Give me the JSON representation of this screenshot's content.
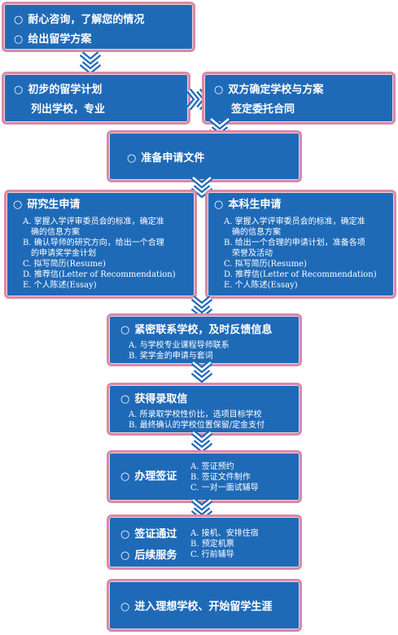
{
  "bullet": "○",
  "step1": {
    "line1": "耐心咨询，了解您的情况",
    "line2": "给出留学方案"
  },
  "step2": {
    "line1": "初步的留学计划",
    "line2": "列出学校，专业"
  },
  "step3": {
    "line1": "双方确定学校与方案",
    "line2": "签定委托合同"
  },
  "step4": {
    "title": "准备申请文件"
  },
  "grad": {
    "title": "研究生申请",
    "items": [
      "A. 掌握入学评审委员会的标准，确定准",
      "确的信息方案",
      "B. 确认导师的研究方向，给出一个合理",
      "的申请奖学金计划",
      "C. 拟写简历(Resume)",
      "D. 推荐信(Letter of Recommendation)",
      "E. 个人陈述(Essay)"
    ]
  },
  "undergrad": {
    "title": "本科生申请",
    "items": [
      "A. 掌握入学评审委员会的标准，确定准",
      "确的信息方案",
      "B. 给出一个合理的申请计划，准备各项",
      "荣誉及活动",
      "C. 拟写简历(Resume)",
      "D. 推荐信(Letter of Recommendation)",
      "E. 个人陈述(Essay)"
    ]
  },
  "contact": {
    "title": "紧密联系学校，及时反馈信息",
    "items": [
      "A. 与学校专业课程导师联系",
      "B. 奖学金的申请与套词"
    ]
  },
  "admission": {
    "title": "获得录取信",
    "items": [
      "A. 所录取学校性价比，选项目标学校",
      "B. 最终确认的学校位置保留/定金支付"
    ]
  },
  "visa": {
    "title": "办理签证",
    "items": [
      "A. 签证预约",
      "B. 签证文件制作",
      "C. 一对一面试辅导"
    ]
  },
  "service": {
    "title1": "签证通过",
    "title2": "后续服务",
    "items": [
      "A. 接机、安排住宿",
      "B. 预定机票",
      "C. 行前辅导"
    ]
  },
  "final": {
    "title": "进入理想学校、开始留学生涯"
  },
  "colors": {
    "box": "#1f6ab7",
    "border": "#d88aa8",
    "arrow": "#2a7fd0"
  }
}
